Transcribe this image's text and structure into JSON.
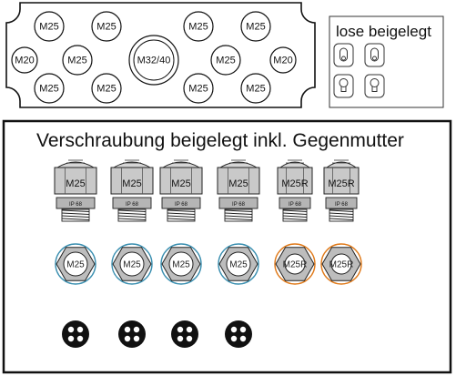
{
  "enclosure": {
    "holes": [
      {
        "label": "M25"
      },
      {
        "label": "M25"
      },
      {
        "label": "M25"
      },
      {
        "label": "M25"
      },
      {
        "label": "M20"
      },
      {
        "label": "M25"
      },
      {
        "label": "M32/40"
      },
      {
        "label": "M25"
      },
      {
        "label": "M20"
      },
      {
        "label": "M25"
      },
      {
        "label": "M25"
      },
      {
        "label": "M25"
      },
      {
        "label": "M25"
      }
    ]
  },
  "loose_parts": {
    "title": "lose beigelegt"
  },
  "glands": {
    "title": "Verschraubung beigelegt inkl. Gegenmutter",
    "items": [
      {
        "label": "M25",
        "ip": "IP 68",
        "nut_label": "M25",
        "nut_color": "#3a8fb0",
        "type": "standard"
      },
      {
        "label": "M25",
        "ip": "IP 68",
        "nut_label": "M25",
        "nut_color": "#3a8fb0",
        "type": "standard"
      },
      {
        "label": "M25",
        "ip": "IP 68",
        "nut_label": "M25",
        "nut_color": "#3a8fb0",
        "type": "standard"
      },
      {
        "label": "M25",
        "ip": "IP 68",
        "nut_label": "M25",
        "nut_color": "#3a8fb0",
        "type": "standard"
      },
      {
        "label": "M25R",
        "ip": "IP 68",
        "nut_label": "M25R",
        "nut_color": "#e07a1a",
        "type": "reducer"
      },
      {
        "label": "M25R",
        "ip": "IP 68",
        "nut_label": "M25R",
        "nut_color": "#e07a1a",
        "type": "reducer"
      }
    ],
    "inserts_count": 4
  }
}
